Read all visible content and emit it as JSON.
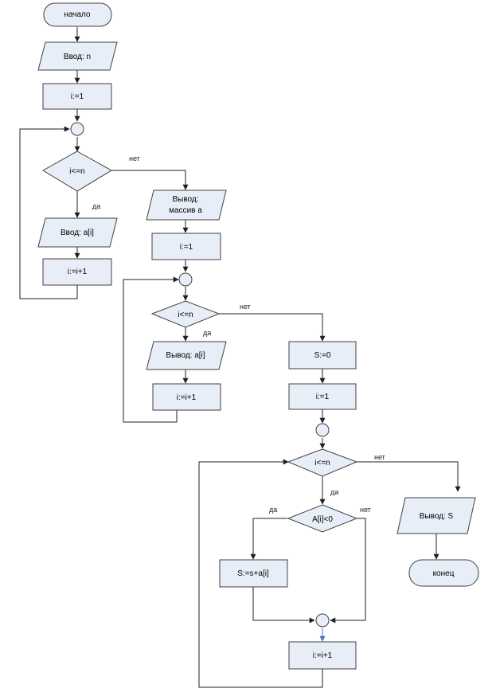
{
  "flowchart": {
    "start": "начало",
    "input_n": "Ввод: n",
    "init_i_1": "i:=1",
    "cond_1": "i<=n",
    "input_ai": "Ввод: a[i]",
    "inc_1": "i:=i+1",
    "output_array_line1": "Вывод:",
    "output_array_line2": "массив a",
    "init_i_2": "i:=1",
    "cond_2": "i<=n",
    "output_ai": "Вывод: a[i]",
    "inc_2": "i:=i+1",
    "init_s": "S:=0",
    "init_i_3": "i:=1",
    "cond_3": "i<=n",
    "cond_neg": "A[i]<0",
    "sum": "S:=s+a[i]",
    "inc_3": "i:=i+1",
    "output_s": "Вывод: S",
    "end": "конец"
  },
  "labels": {
    "yes": "да",
    "no": "нет"
  },
  "colors": {
    "shape_fill": "#e8eef7",
    "stroke": "#404040",
    "connector_blue": "#4a6fb5"
  }
}
